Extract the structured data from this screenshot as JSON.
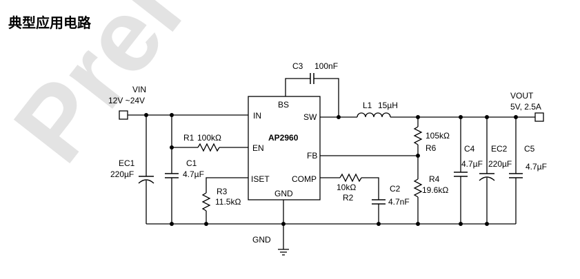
{
  "title": "典型应用电路",
  "watermark": "Prel",
  "ic": {
    "name": "AP2960",
    "pins": {
      "bs": "BS",
      "in": "IN",
      "sw": "SW",
      "en": "EN",
      "fb": "FB",
      "iset": "ISET",
      "comp": "COMP",
      "gnd": "GND"
    }
  },
  "terminals": {
    "vin": "VIN",
    "vin_range": "12V ~24V",
    "vout": "VOUT",
    "vout_rating": "5V, 2.5A",
    "gnd": "GND"
  },
  "components": {
    "c3": {
      "ref": "C3",
      "value": "100nF"
    },
    "l1": {
      "ref": "L1",
      "value": "15µH"
    },
    "r1": {
      "ref": "R1",
      "value": "100kΩ"
    },
    "c1": {
      "ref": "C1",
      "value": "4.7µF"
    },
    "ec1": {
      "ref": "EC1",
      "value": "220µF"
    },
    "r3": {
      "ref": "R3",
      "value": "11.5kΩ"
    },
    "r2": {
      "ref": "R2",
      "value": "10kΩ"
    },
    "c2": {
      "ref": "C2",
      "value": "4.7nF"
    },
    "r6": {
      "ref": "R6",
      "value": "105kΩ"
    },
    "r4": {
      "ref": "R4",
      "value": "19.6kΩ"
    },
    "c4": {
      "ref": "C4",
      "value": "4.7µF"
    },
    "ec2": {
      "ref": "EC2",
      "value": "220µF"
    },
    "c5": {
      "ref": "C5",
      "value": "4.7µF"
    }
  },
  "colors": {
    "wire": "#000000",
    "watermark": "#e3e3e3"
  }
}
